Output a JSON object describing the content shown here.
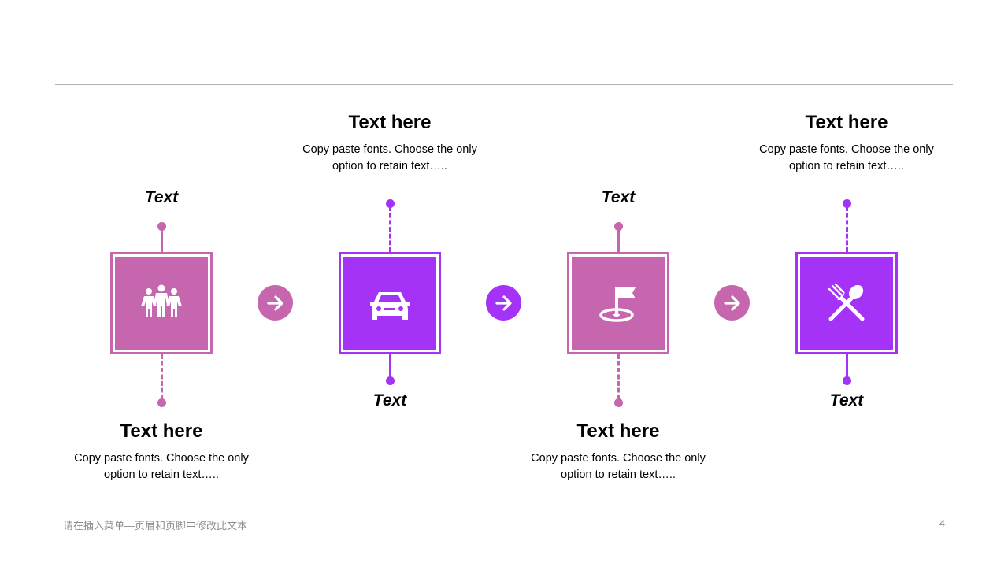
{
  "colors": {
    "pink": "#c666ae",
    "purple": "#a532f7",
    "divider": "#b3b3b3",
    "footer": "#8c8c8c"
  },
  "steps": [
    {
      "icon": "family-icon",
      "short_label": "Text",
      "title": "Text here",
      "description": "Copy paste fonts. Choose the only option to retain text….."
    },
    {
      "icon": "car-icon",
      "short_label": "Text",
      "title": "Text here",
      "description": "Copy paste fonts. Choose the only option to retain text….."
    },
    {
      "icon": "golf-flag-icon",
      "short_label": "Text",
      "title": "Text here",
      "description": "Copy paste fonts. Choose the only option to retain text….."
    },
    {
      "icon": "fork-spoon-icon",
      "short_label": "Text",
      "title": "Text here",
      "description": "Copy paste fonts. Choose the only option to retain text….."
    }
  ],
  "arrows": [
    "arrow-right-icon",
    "arrow-right-icon",
    "arrow-right-icon"
  ],
  "footer": {
    "note": "请在插入菜单—页眉和页脚中修改此文本",
    "page_number": "4"
  }
}
